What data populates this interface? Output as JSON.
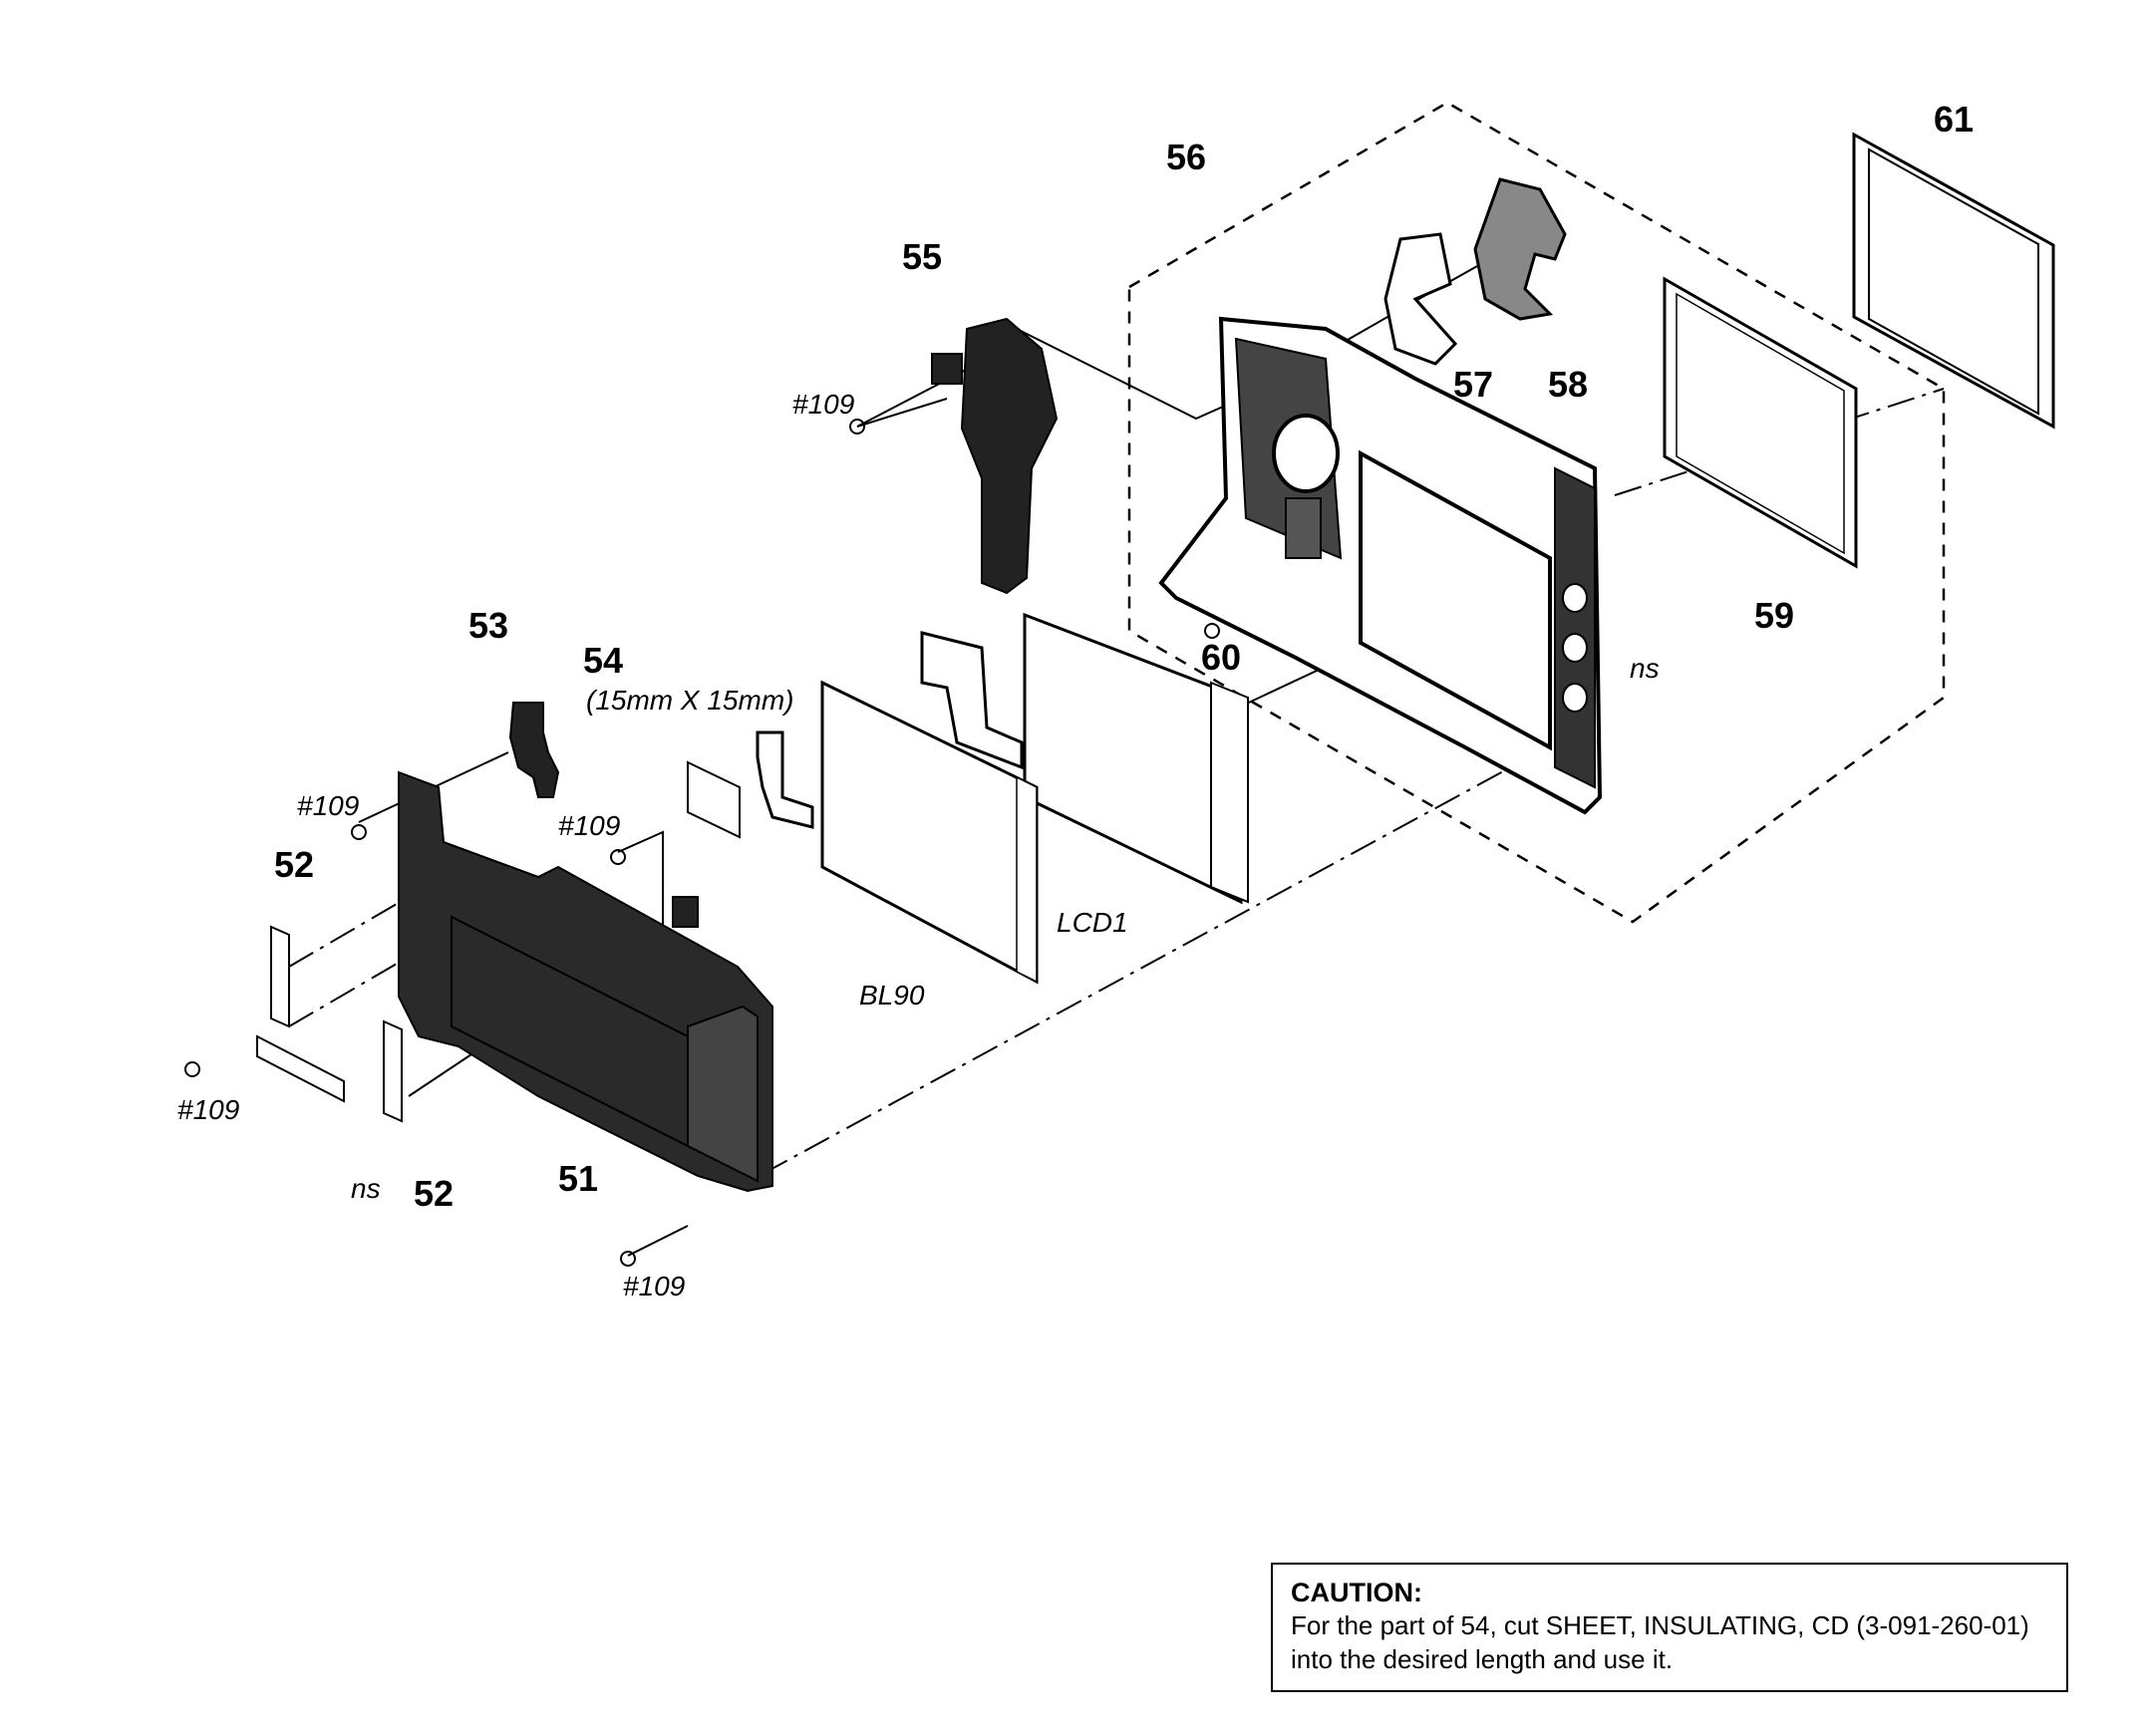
{
  "labels": {
    "n51": "51",
    "n52a": "52",
    "n52b": "52",
    "n53": "53",
    "n54": "54",
    "n54_size": "(15mm X 15mm)",
    "n55": "55",
    "n56": "56",
    "n57": "57",
    "n58": "58",
    "n59": "59",
    "n60": "60",
    "n61": "61",
    "screw_a": "#109",
    "screw_b": "#109",
    "screw_c": "#109",
    "screw_d": "#109",
    "screw_e": "#109",
    "ns_a": "ns",
    "ns_b": "ns",
    "bl90": "BL90",
    "lcd1": "LCD1"
  },
  "caution": {
    "title": "CAUTION:",
    "text": "For the part of 54, cut SHEET, INSULATING, CD (3-091-260-01) into the desired length and use it."
  }
}
